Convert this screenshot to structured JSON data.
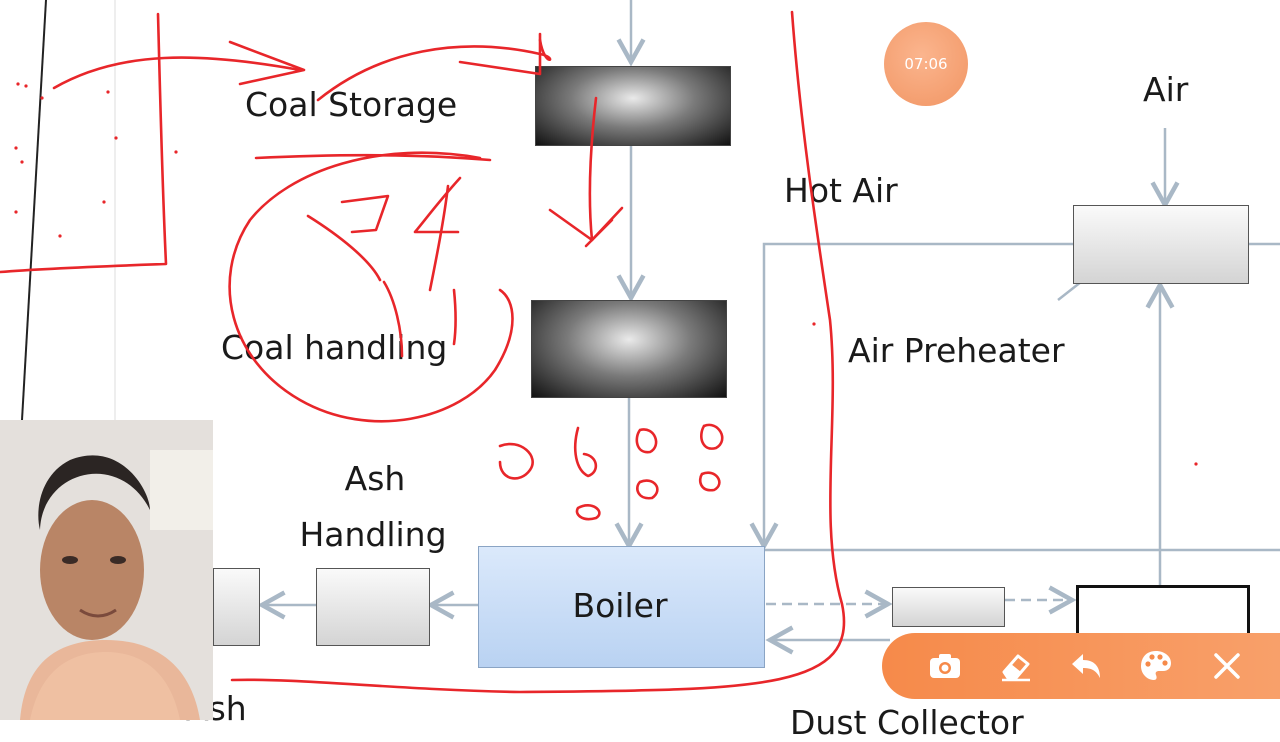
{
  "diagram": {
    "labels": {
      "coal_storage": "Coal Storage",
      "coal_handling": "Coal handling",
      "ash_handling_line1": "Ash",
      "ash_handling_line2": "Handling",
      "boiler": "Boiler",
      "hot_air": "Hot Air",
      "air": "Air",
      "air_preheater": "Air Preheater",
      "ash_bottom": "Ash",
      "dust_collector_partial": "Dust Collector"
    },
    "annotation_color": "#e8262a",
    "connector_color": "#a9b8c6"
  },
  "overlay": {
    "timer": "07:06",
    "toolbar_color": "#f68a4a",
    "tools": [
      {
        "name": "camera-icon"
      },
      {
        "name": "eraser-icon"
      },
      {
        "name": "undo-icon"
      },
      {
        "name": "palette-icon"
      },
      {
        "name": "close-icon"
      }
    ]
  }
}
